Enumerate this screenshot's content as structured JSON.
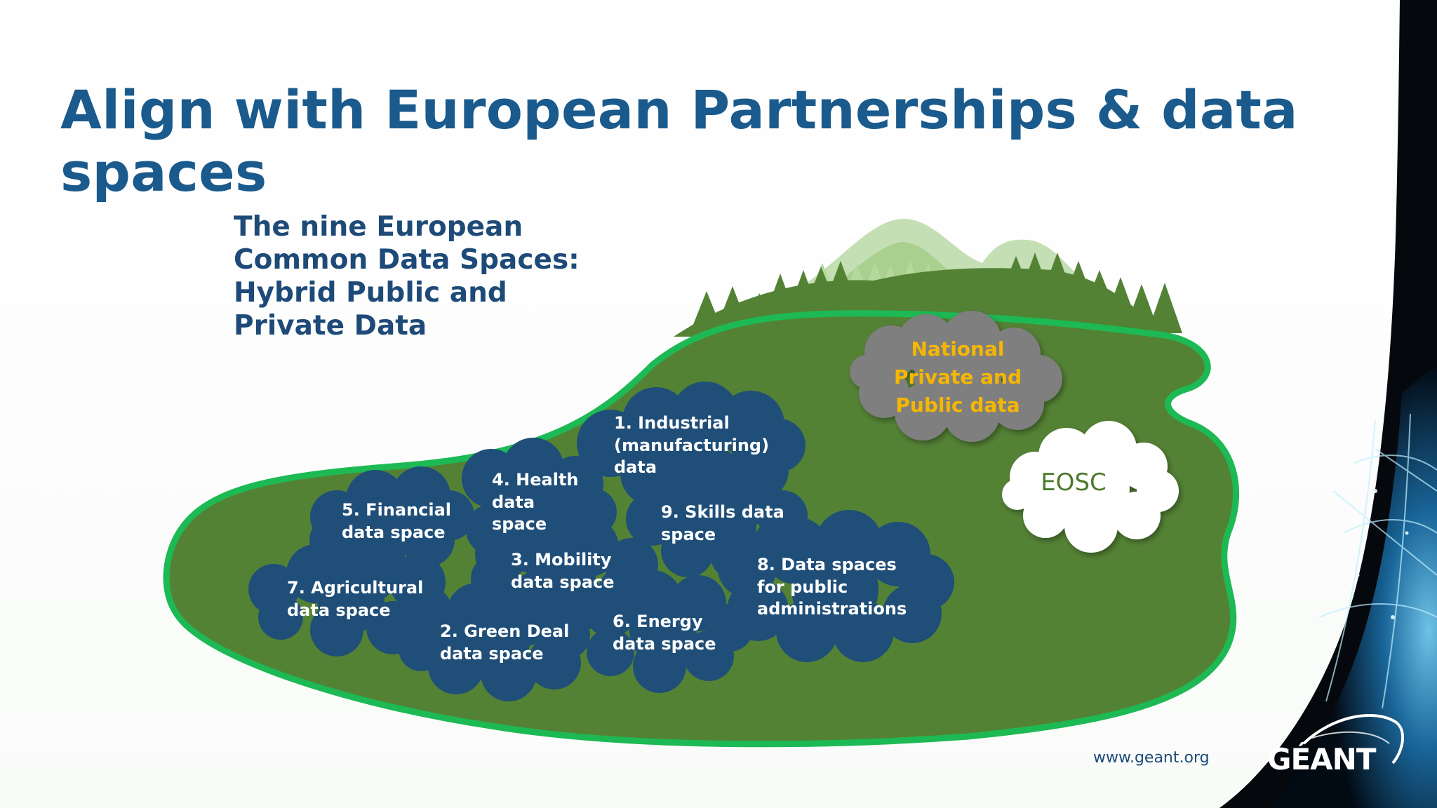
{
  "slide": {
    "title": "Align with European Partnerships & data spaces",
    "subtitle": "The nine European Common Data Spaces: Hybrid Public and Private Data"
  },
  "data_spaces": [
    {
      "id": "ds-1",
      "lines": [
        "1. Industrial",
        "(manufacturing)",
        "data"
      ]
    },
    {
      "id": "ds-2",
      "lines": [
        "2. Green Deal",
        "data space"
      ]
    },
    {
      "id": "ds-3",
      "lines": [
        "3. Mobility",
        "data space"
      ]
    },
    {
      "id": "ds-4",
      "lines": [
        "4. Health",
        "data",
        "space"
      ]
    },
    {
      "id": "ds-5",
      "lines": [
        "5. Financial",
        "data space"
      ]
    },
    {
      "id": "ds-6",
      "lines": [
        "6. Energy",
        "data space"
      ]
    },
    {
      "id": "ds-7",
      "lines": [
        "7. Agricultural",
        "data space"
      ]
    },
    {
      "id": "ds-8",
      "lines": [
        "8. Data spaces",
        "for public",
        "administrations"
      ]
    },
    {
      "id": "ds-9",
      "lines": [
        "9. Skills data",
        "space"
      ]
    }
  ],
  "national": {
    "lines": [
      "National",
      "Private and",
      "Public data"
    ]
  },
  "eosc": {
    "label": "EOSC"
  },
  "footer": {
    "url": "www.geant.org",
    "logo_text": "GÉANT"
  },
  "colors": {
    "title": "#1a5a8c",
    "island": "#548235",
    "island_outline": "#1db954",
    "data_space_cloud": "#1f4e79",
    "national_cloud": "#7f7f7f",
    "national_text": "#f5b700",
    "eosc_cloud": "#ffffff",
    "eosc_text": "#4e7a2c"
  }
}
